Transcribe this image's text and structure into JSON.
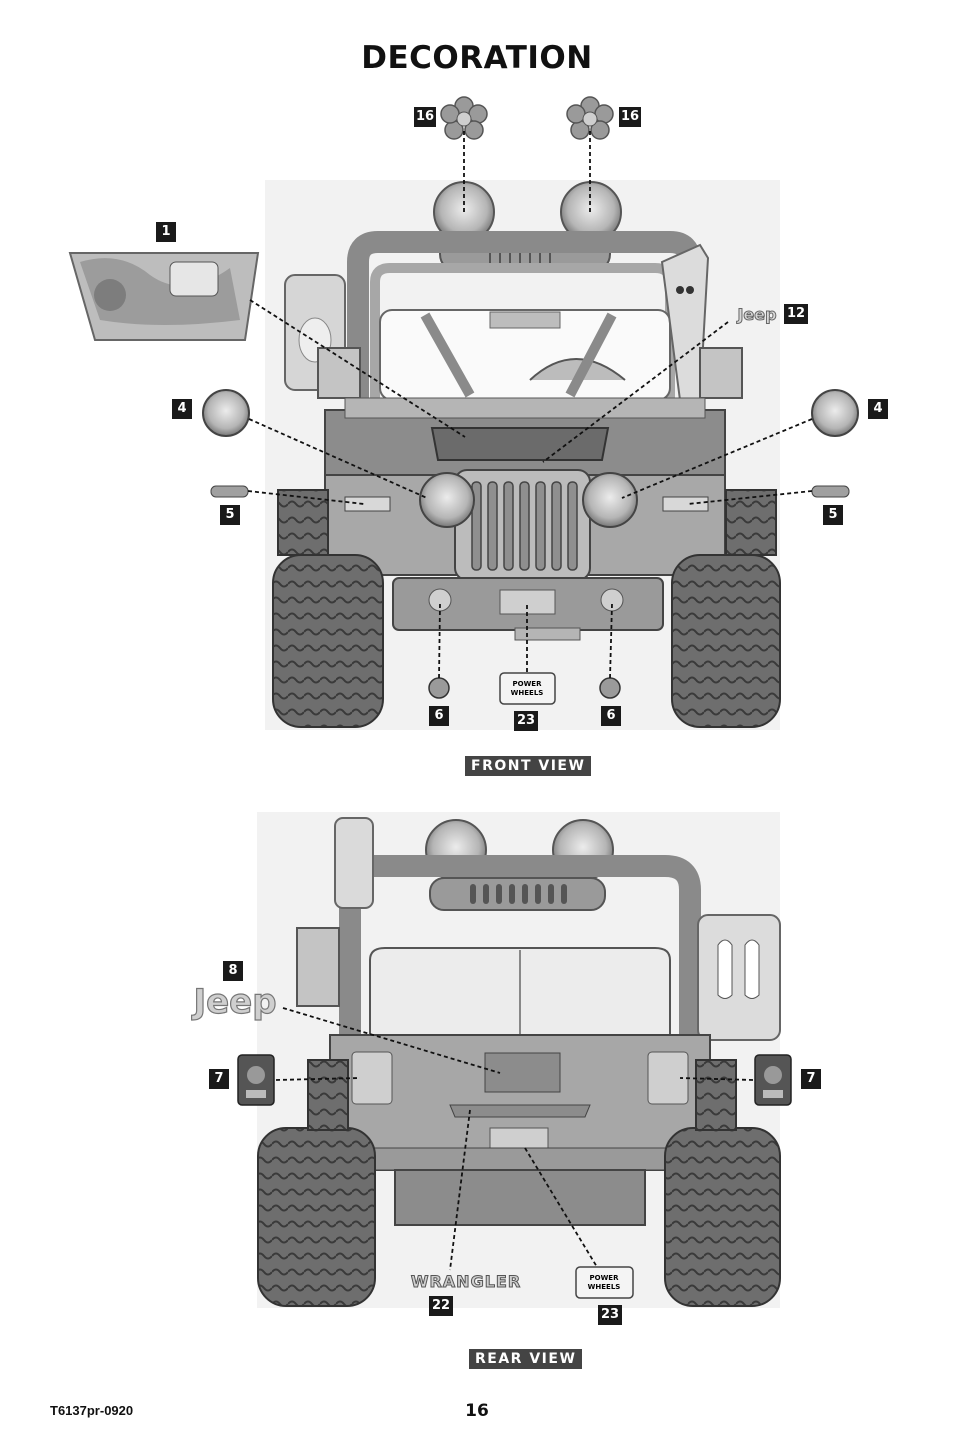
{
  "title": "DECORATION",
  "callouts": {
    "c1": "1",
    "c4_left": "4",
    "c4_right": "4",
    "c5_left": "5",
    "c5_right": "5",
    "c6_left": "6",
    "c6_right": "6",
    "c7_left": "7",
    "c7_right": "7",
    "c8": "8",
    "c12": "12",
    "c16_left": "16",
    "c16_right": "16",
    "c22": "22",
    "c23_front": "23",
    "c23_rear": "23"
  },
  "decals": {
    "jeep_small": "Jeep",
    "jeep_large": "Jeep",
    "wrangler": "WRANGLER",
    "power_wheels_line1": "POWER",
    "power_wheels_line2": "WHEELS"
  },
  "views": {
    "front": "FRONT VIEW",
    "rear": "REAR VIEW"
  },
  "footer": {
    "code": "T6137pr-0920",
    "page": "16"
  }
}
